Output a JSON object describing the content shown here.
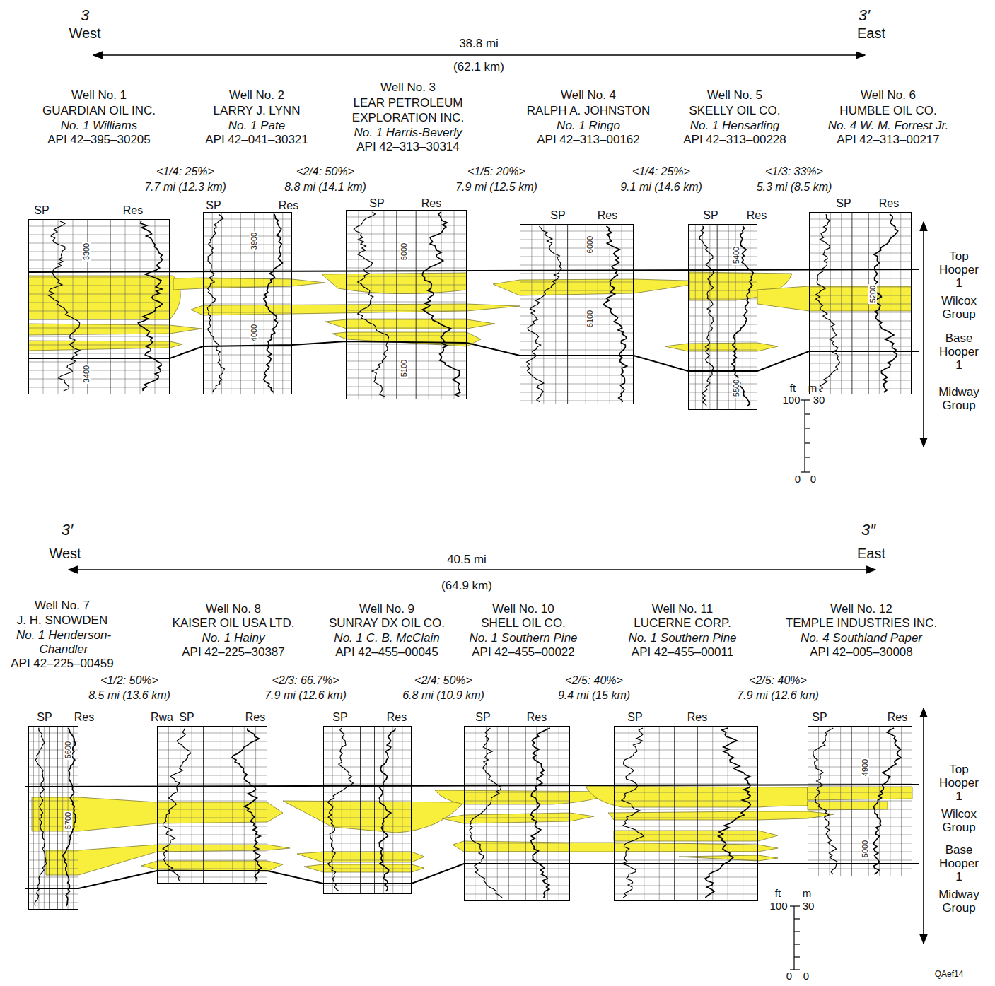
{
  "diagram": {
    "nodes": [
      {
        "text": [
          "SP",
          "Res",
          "3300",
          "3400"
        ]
      },
      {
        "text": [
          "SP",
          "Res",
          "3900",
          "4000"
        ]
      },
      {
        "text": [
          "SP",
          "Res",
          "5000",
          "5100"
        ]
      },
      {
        "text": [
          "SP",
          "Res",
          "6000",
          "6100"
        ]
      },
      {
        "text": [
          "SP",
          "Res",
          "5400",
          "5500"
        ]
      },
      {
        "text": [
          "SP",
          "Res",
          "5200"
        ]
      },
      {
        "text": [
          "SP",
          "Res",
          "5600",
          "5700"
        ]
      },
      {
        "text": [
          "Rwa",
          "SP",
          "Res"
        ]
      },
      {
        "text": [
          "SP",
          "Res"
        ]
      },
      {
        "text": [
          "SP",
          "Res"
        ]
      },
      {
        "text": [
          "SP",
          "Res"
        ]
      },
      {
        "text": [
          "SP",
          "Res",
          "4900",
          "5000"
        ]
      }
    ],
    "labels": [
      "3",
      "West",
      "3′",
      "East",
      "38.8 mi",
      "(62.1 km)",
      "Well No. 1",
      "GUARDIAN OIL INC.",
      "No. 1 Williams",
      "API 42–395–30205",
      "Well No. 2",
      "LARRY J. LYNN",
      "No. 1 Pate",
      "API 42–041–30321",
      "Well No. 3",
      "LEAR PETROLEUM EXPLORATION INC.",
      "No. 1 Harris-Beverly",
      "API 42–313–30314",
      "Well No. 4",
      "RALPH A. JOHNSTON",
      "No. 1 Ringo",
      "API 42–313–00162",
      "Well No. 5",
      "SKELLY OIL CO.",
      "No. 1 Hensarling",
      "API 42–313–00228",
      "Well No. 6",
      "HUMBLE OIL CO.",
      "No. 4 W. M. Forrest Jr.",
      "API 42–313–00217",
      "<1/4: 25%>",
      "7.7 mi (12.3 km)",
      "<2/4: 50%>",
      "8.8 mi (14.1 km)",
      "<1/5: 20%>",
      "7.9 mi (12.5 km)",
      "<1/4: 25%>",
      "9.1 mi (14.6 km)",
      "<1/3: 33%>",
      "5.3 mi (8.5 km)",
      "Top Hooper 1",
      "Wilcox Group",
      "Base Hooper 1",
      "Midway Group",
      "ft",
      "m",
      "100",
      "30",
      "0",
      "0",
      "3′",
      "West",
      "3″",
      "East",
      "40.5 mi",
      "(64.9 km)",
      "Well No. 7",
      "J. H. SNOWDEN",
      "No. 1 Henderson-Chandler",
      "API 42–225–00459",
      "Well No. 8",
      "KAISER OIL USA LTD.",
      "No. 1 Hainy",
      "API 42–225–30387",
      "Well No. 9",
      "SUNRAY DX OIL CO.",
      "No. 1 C. B. McClain",
      "API 42–455–00045",
      "Well No. 10",
      "SHELL OIL CO.",
      "No. 1 Southern Pine",
      "API 42–455–00022",
      "Well No. 11",
      "LUCERNE CORP.",
      "No. 1 Southern Pine",
      "API 42–455–00011",
      "Well No. 12",
      "TEMPLE INDUSTRIES INC.",
      "No. 4 Southland Paper",
      "API 42–005–30008",
      "<1/2: 50%>",
      "8.5 mi (13.6 km)",
      "<2/3: 66.7%>",
      "7.9 mi (12.6 km)",
      "<2/4: 50%>",
      "6.8 mi (10.9 km)",
      "<2/5: 40%>",
      "9.4 mi (15 km)",
      "<2/5: 40%>",
      "7.9 mi (12.6 km)",
      "Top Hooper 1",
      "Wilcox Group",
      "Base Hooper 1",
      "Midway Group",
      "ft",
      "m",
      "100",
      "30",
      "0",
      "0",
      "QAef14"
    ]
  }
}
